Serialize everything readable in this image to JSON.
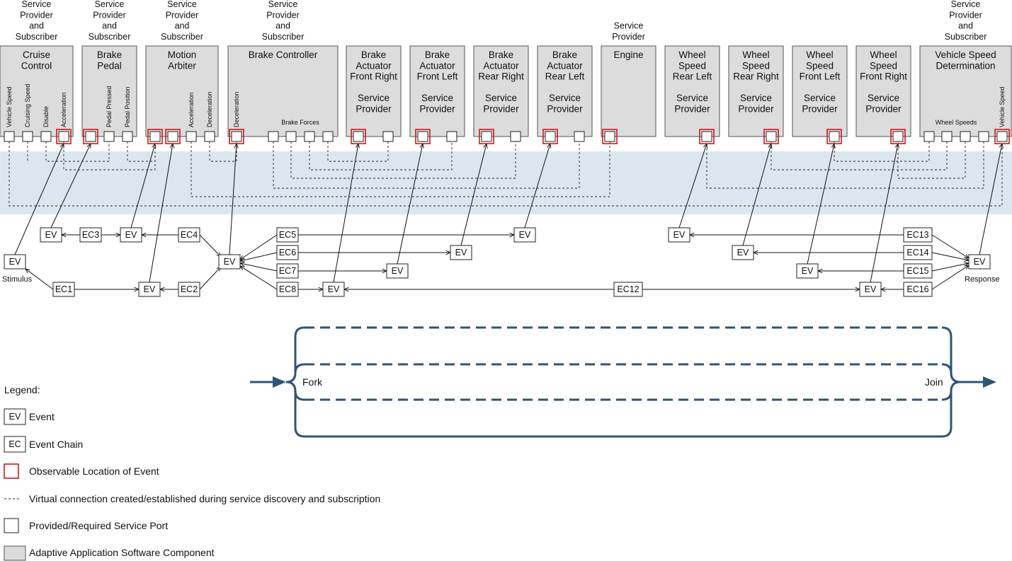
{
  "components": [
    {
      "id": "cruise",
      "name_lines": [
        "Cruise",
        "Control"
      ],
      "role_lines": [
        "Service",
        "Provider",
        "and",
        "Subscriber"
      ]
    },
    {
      "id": "pedal",
      "name_lines": [
        "Brake",
        "Pedal"
      ],
      "role_lines": [
        "Service",
        "Provider",
        "and",
        "Subscriber"
      ]
    },
    {
      "id": "motion",
      "name_lines": [
        "Motion",
        "Arbiter"
      ],
      "role_lines": [
        "Service",
        "Provider",
        "and",
        "Subscriber"
      ]
    },
    {
      "id": "brakectrl",
      "name_lines": [
        "Brake Controller"
      ],
      "role_lines": [
        "Service",
        "Provider",
        "and",
        "Subscriber"
      ]
    },
    {
      "id": "bafr",
      "name_lines": [
        "Brake",
        "Actuator",
        "Front Right",
        "",
        "Service",
        "Provider"
      ],
      "role_lines": []
    },
    {
      "id": "bafl",
      "name_lines": [
        "Brake",
        "Actuator",
        "Front Left",
        "",
        "Service",
        "Provider"
      ],
      "role_lines": []
    },
    {
      "id": "barr",
      "name_lines": [
        "Brake",
        "Actuator",
        "Rear Right",
        "",
        "Service",
        "Provider"
      ],
      "role_lines": []
    },
    {
      "id": "barl",
      "name_lines": [
        "Brake",
        "Actuator",
        "Rear Left",
        "",
        "Service",
        "Provider"
      ],
      "role_lines": []
    },
    {
      "id": "engine",
      "name_lines": [
        "Engine"
      ],
      "role_lines": [
        "Service",
        "Provider"
      ]
    },
    {
      "id": "wsrl",
      "name_lines": [
        "Wheel",
        "Speed",
        "Rear Left",
        "",
        "Service",
        "Provider"
      ],
      "role_lines": []
    },
    {
      "id": "wsrr",
      "name_lines": [
        "Wheel",
        "Speed",
        "Rear Right",
        "",
        "Service",
        "Provider"
      ],
      "role_lines": []
    },
    {
      "id": "wsfl",
      "name_lines": [
        "Wheel",
        "Speed",
        "Front Left",
        "",
        "Service",
        "Provider"
      ],
      "role_lines": []
    },
    {
      "id": "wsfr",
      "name_lines": [
        "Wheel",
        "Speed",
        "Front Right",
        "",
        "Service",
        "Provider"
      ],
      "role_lines": []
    },
    {
      "id": "vsd",
      "name_lines": [
        "Vehicle Speed",
        "Determination"
      ],
      "role_lines": [
        "Service",
        "Provider",
        "and",
        "Subscriber"
      ]
    }
  ],
  "port_labels": {
    "vehicle_speed": "Vehicle Speed",
    "cruising_speed": "Cruising Speed",
    "disable": "Disable",
    "acceleration": "Acceleration",
    "pedal_pressed": "Pedal Pressed",
    "pedal_position": "Pedal Position",
    "ma_acceleration": "Acceleration",
    "ma_deceleration": "Deceleration",
    "bc_deceleration": "Deceleration",
    "brake_forces": "Brake Forces",
    "wheel_speeds": "Wheel Speeds",
    "vsd_vehicle_speed": "Vehicle Speed"
  },
  "event_label": "EV",
  "event_chains": [
    "EC1",
    "EC2",
    "EC3",
    "EC4",
    "EC5",
    "EC6",
    "EC7",
    "EC8",
    "EC12",
    "EC13",
    "EC14",
    "EC15",
    "EC16"
  ],
  "stimulus": "Stimulus",
  "response": "Response",
  "fork": "Fork",
  "join": "Join",
  "legend": {
    "title": "Legend:",
    "ev_box": "EV",
    "ev_text": "Event",
    "ec_box": "EC",
    "ec_text": "Event Chain",
    "obs_text": "Observable Location of Event",
    "virtual_text": "Virtual connection created/established during service discovery and subscription",
    "port_text": "Provided/Required Service Port",
    "component_text": "Adaptive Application Software Component"
  },
  "colors": {
    "component_fill": "#dcdcdc",
    "band_fill": "#dce6f0",
    "observable": "#d01818",
    "fork_join": "#2e5477"
  }
}
